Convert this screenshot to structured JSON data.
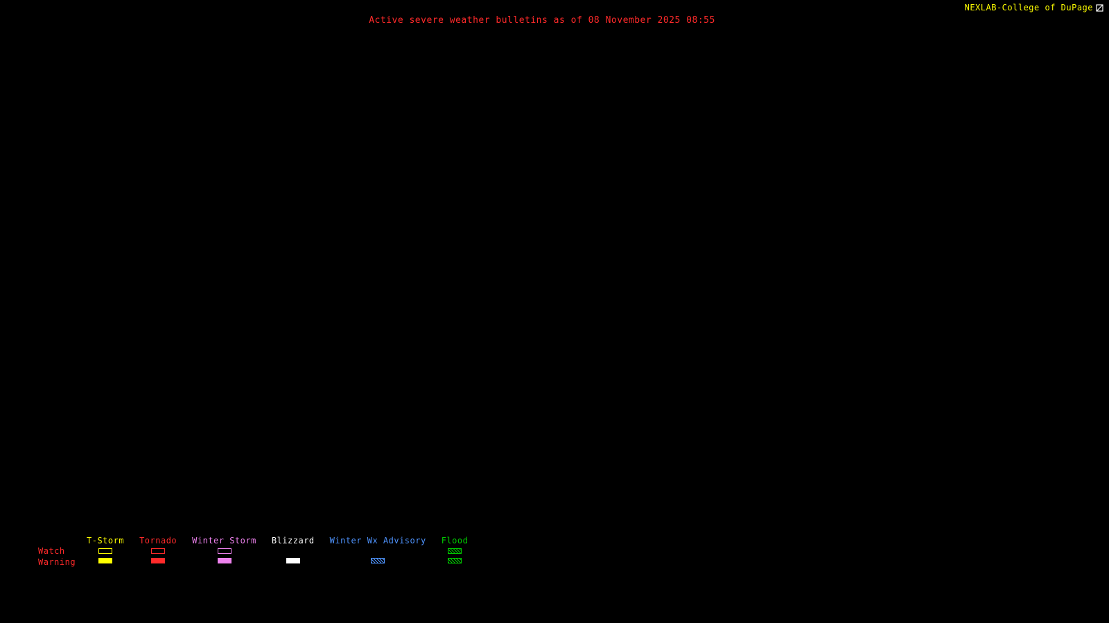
{
  "colors": {
    "background": "#000000",
    "title": "#ff2a2a",
    "brand": "#ffff00",
    "row_label": "#ff2a2a"
  },
  "header": {
    "title": "Active severe weather bulletins as of 08 November 2025 08:55",
    "brand": "NEXLAB-College of DuPage",
    "brand_icon": "cod-logo"
  },
  "legend": {
    "row_labels": [
      "Watch",
      "Warning"
    ],
    "columns": [
      {
        "label": "T-Storm",
        "color": "#ffff00",
        "watch": "outline",
        "warning": "filled"
      },
      {
        "label": "Tornado",
        "color": "#ff2a2a",
        "watch": "outline",
        "warning": "filled"
      },
      {
        "label": "Winter Storm",
        "color": "#ee82ee",
        "watch": "outline",
        "warning": "filled"
      },
      {
        "label": "Blizzard",
        "color": "#ffffff",
        "watch": "none",
        "warning": "filled"
      },
      {
        "label": "Winter Wx Advisory",
        "color": "#4f94ff",
        "watch": "none",
        "warning": "hatched"
      },
      {
        "label": "Flood",
        "color": "#00cc00",
        "watch": "hatched",
        "warning": "hatched"
      }
    ]
  }
}
